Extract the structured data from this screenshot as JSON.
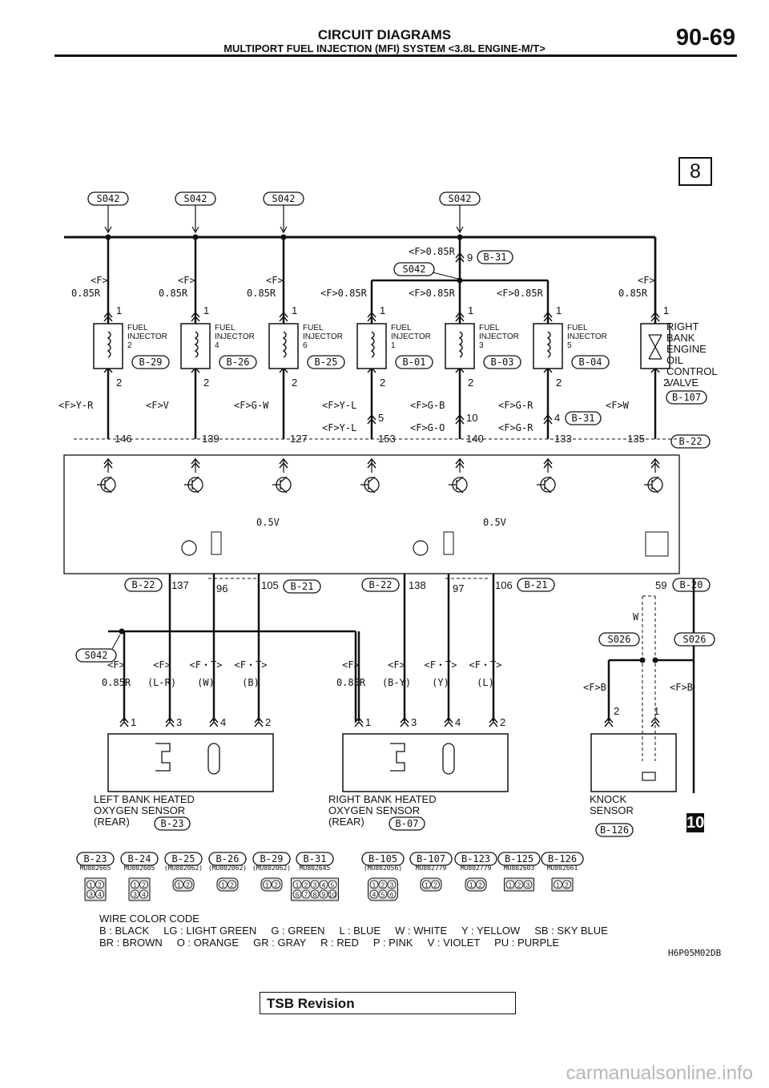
{
  "header": {
    "title": "CIRCUIT DIAGRAMS",
    "subtitle": "MULTIPORT FUEL INJECTION (MFI) SYSTEM <3.8L ENGINE-M/T>",
    "page_number": "90-69",
    "sheet_number": "8",
    "continuation_badge": "10"
  },
  "splices": {
    "s042": "S042",
    "s026": "S026"
  },
  "injectors": [
    {
      "name": "FUEL\nINJECTOR\n2",
      "connector": "B-29",
      "wire_top": "<F>\n0.85R",
      "pin_top": "1",
      "pin_bottom": "2",
      "wire_bottom": "<F>Y-R",
      "ecm_pin": "146"
    },
    {
      "name": "FUEL\nINJECTOR\n4",
      "connector": "B-26",
      "wire_top": "<F>\n0.85R",
      "pin_top": "1",
      "pin_bottom": "2",
      "wire_bottom": "<F>V",
      "ecm_pin": "139"
    },
    {
      "name": "FUEL\nINJECTOR\n6",
      "connector": "B-25",
      "wire_top": "<F>\n0.85R",
      "pin_top": "1",
      "pin_bottom": "2",
      "wire_bottom": "<F>G-W",
      "ecm_pin": "127"
    },
    {
      "name": "FUEL\nINJECTOR\n1",
      "connector": "B-01",
      "wire_top": "<F>0.85R",
      "pin_top": "1",
      "pin_bottom": "2",
      "wire_bottom": "<F>Y-L",
      "via_pin": "5",
      "wire_bottom2": "<F>Y-L",
      "ecm_pin": "153"
    },
    {
      "name": "FUEL\nINJECTOR\n3",
      "connector": "B-03",
      "wire_top": "<F>0.85R",
      "pin_top": "1",
      "pin_bottom": "2",
      "wire_bottom": "<F>G-B",
      "via_pin": "10",
      "wire_bottom2": "<F>G-O",
      "ecm_pin": "140"
    },
    {
      "name": "FUEL\nINJECTOR\n5",
      "connector": "B-04",
      "wire_top": "<F>0.85R",
      "pin_top": "1",
      "pin_bottom": "2",
      "wire_bottom": "<F>G-R",
      "via_pin": "4",
      "wire_bottom2": "<F>G-R",
      "ecm_pin": "133"
    },
    {
      "name": "RIGHT\nBANK\nENGINE\nOIL\nCONTROL\nVALVE",
      "connector": "B-107",
      "wire_top": "<F>\n0.85R",
      "pin_top": "1",
      "pin_bottom": "2",
      "wire_bottom": "<F>W",
      "ecm_pin": "135"
    }
  ],
  "feed": {
    "wire": "<F>0.85R",
    "pin": "9",
    "connector": "B-31"
  },
  "ecm": {
    "connector_main": "B-22",
    "connector_via": "B-31",
    "voltage_left": "0.5V",
    "voltage_right": "0.5V",
    "lower_left": {
      "conn_a": "B-22",
      "pin_a": "137",
      "pin_b": "96",
      "pin_c": "105",
      "conn_c": "B-21"
    },
    "lower_right": {
      "conn_a": "B-22",
      "pin_a": "138",
      "pin_b": "97",
      "pin_c": "106",
      "conn_c": "B-21"
    },
    "knock": {
      "pin": "59",
      "conn": "B-20",
      "shield_wire": "W"
    }
  },
  "o2_left": {
    "label": "LEFT BANK HEATED\nOXYGEN SENSOR\n(REAR)",
    "connector": "B-23",
    "wires": [
      "<F>\n0.85R",
      "<F>\n(L-R)",
      "<F・T>\n(W)",
      "<F・T>\n(B)"
    ],
    "pins": [
      "1",
      "3",
      "4",
      "2"
    ]
  },
  "o2_right": {
    "label": "RIGHT BANK HEATED\nOXYGEN SENSOR\n(REAR)",
    "connector": "B-07",
    "wires": [
      "<F>\n0.85R",
      "<F>\n(B-Y)",
      "<F・T>\n(Y)",
      "<F・T>\n(L)"
    ],
    "pins": [
      "1",
      "3",
      "4",
      "2"
    ]
  },
  "knock_sensor": {
    "label": "KNOCK\nSENSOR",
    "connector": "B-126",
    "wires": [
      "<F>B",
      "<F>B"
    ],
    "pins": [
      "2",
      "1"
    ]
  },
  "connector_table": [
    {
      "id": "B-23",
      "part": "MU802665",
      "pins": [
        "1",
        "2",
        "3",
        "4"
      ],
      "shape": "gray-4"
    },
    {
      "id": "B-24",
      "part": "MU802605",
      "pins": [
        "1",
        "2",
        "3",
        "4"
      ],
      "shape": "gray-4"
    },
    {
      "id": "B-25",
      "part": "(MU802062)",
      "pins": [
        "1",
        "2"
      ],
      "shape": "round-2"
    },
    {
      "id": "B-26",
      "part": "(MU802062)",
      "pins": [
        "1",
        "2"
      ],
      "shape": "round-2"
    },
    {
      "id": "B-29",
      "part": "(MU802062)",
      "pins": [
        "1",
        "2"
      ],
      "shape": "round-2"
    },
    {
      "id": "B-31",
      "part": "MU802645",
      "pins": [
        "1",
        "2",
        "3",
        "4",
        "5",
        "6",
        "7",
        "8",
        "9",
        "10"
      ],
      "shape": "rect-10"
    },
    {
      "id": "B-105",
      "part": "(MU802056)",
      "pins": [
        "1",
        "2",
        "3",
        "4",
        "5",
        "6"
      ],
      "shape": "round-6"
    },
    {
      "id": "B-107",
      "part": "MU802779",
      "pins": [
        "1",
        "2"
      ],
      "shape": "oval-2"
    },
    {
      "id": "B-123",
      "part": "MU802779",
      "pins": [
        "1",
        "2"
      ],
      "shape": "oval-2"
    },
    {
      "id": "B-125",
      "part": "MU802603",
      "pins": [
        "1",
        "2",
        "3"
      ],
      "shape": "gray-3"
    },
    {
      "id": "B-126",
      "part": "MU802661",
      "pins": [
        "1",
        "2"
      ],
      "shape": "gray-2"
    }
  ],
  "legend": {
    "title": "WIRE COLOR CODE",
    "line1": "B : BLACK     LG : LIGHT GREEN     G : GREEN     L : BLUE     W : WHITE     Y : YELLOW     SB : SKY BLUE",
    "line2": "BR : BROWN     O : ORANGE     GR : GRAY     R : RED     P : PINK     V : VIOLET     PU : PURPLE"
  },
  "drawing_code": "H6P05M02DB",
  "footer": {
    "tsb": "TSB Revision",
    "watermark": "carmanualsonline.info"
  }
}
